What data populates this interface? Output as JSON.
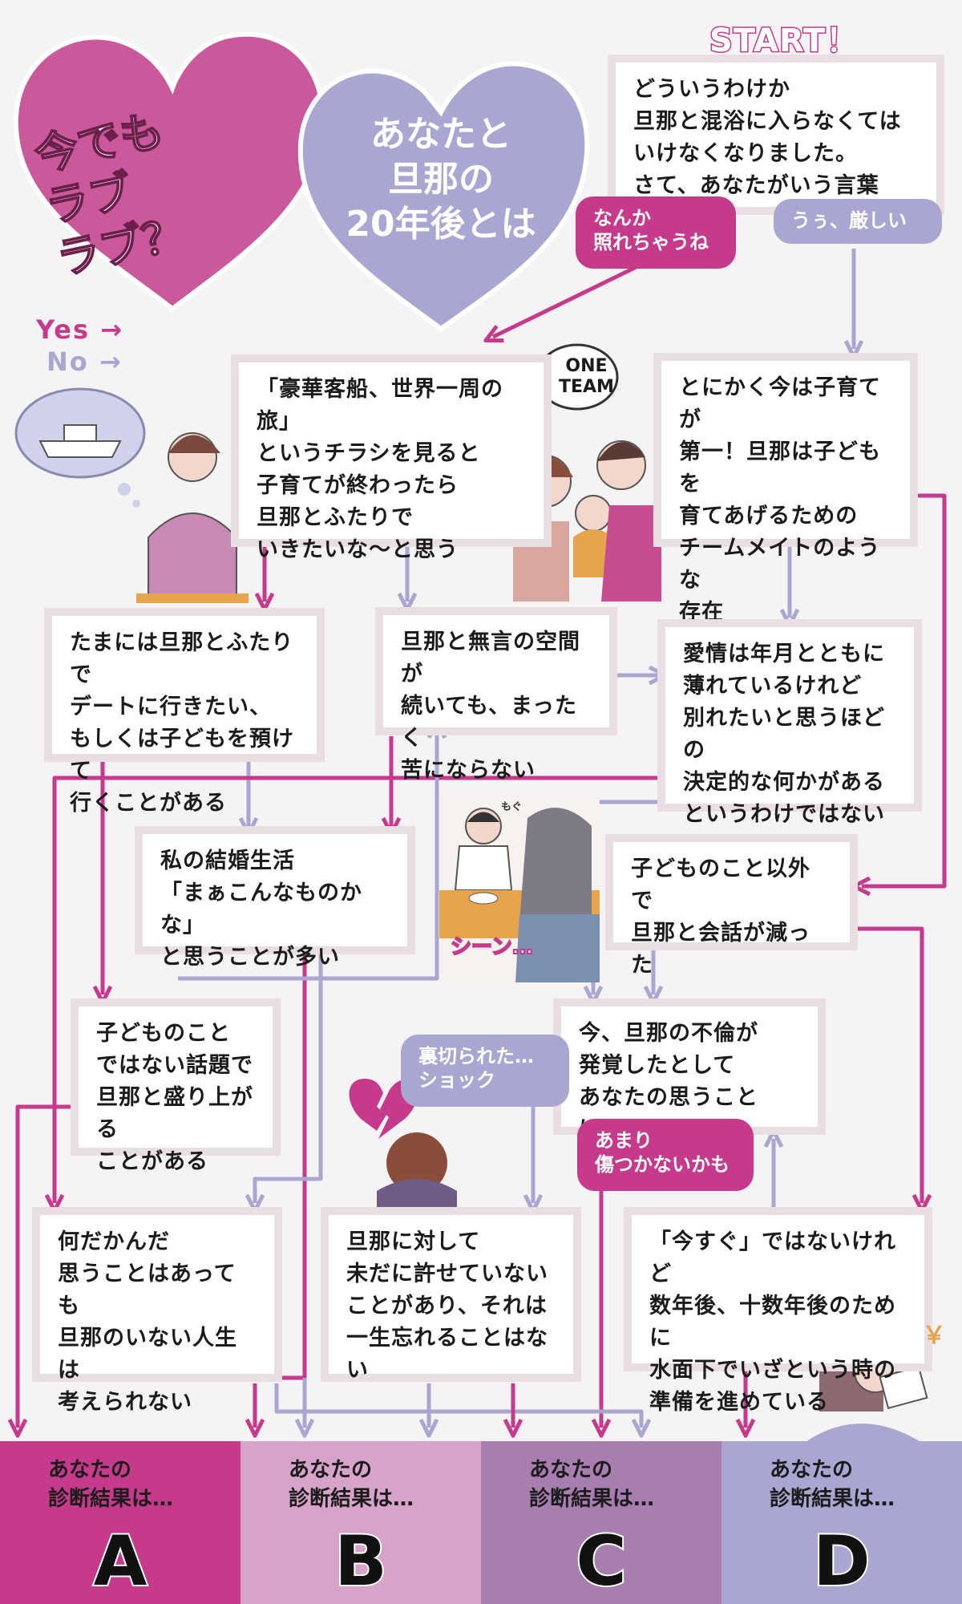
{
  "header": {
    "heart_left": "今でも\nラブ\nラブ？",
    "heart_right": "あなたと\n旦那の\n20年後とは",
    "start": "START！"
  },
  "legend": {
    "yes": "Yes →",
    "no": "No →"
  },
  "colors": {
    "yes": "#c63a8c",
    "no": "#a9a7d2",
    "result_a": "#c63a8c",
    "result_b": "#d7a3c9",
    "result_c": "#a87db0",
    "result_d": "#a9a7d2"
  },
  "questions": {
    "q_start": "どういうわけか\n旦那と混浴に入らなくては\nいけなくなりました。\nさて、あなたがいう言葉は？",
    "q_cruise": "「豪華客船、世界一周の旅」\nというチラシを見ると\n子育てが終わったら\n旦那とふたりで\nいきたいな～と思う",
    "q_team": "とにかく今は子育てが\n第一！旦那は子どもを\n育てあげるための\nチームメイトのような\n存在",
    "q_date": "たまには旦那とふたりで\nデートに行きたい、\nもしくは子どもを預けて\n行くことがある",
    "q_silence": "旦那と無言の空間が\n続いても、まったく\n苦にならない",
    "q_affection": "愛情は年月とともに\n薄れているけれど\n別れたいと思うほどの\n決定的な何かがある\nというわけではない",
    "q_marriage": "私の結婚生活\n「まぁこんなものかな」\nと思うことが多い",
    "q_conversation": "子どものこと以外で\n旦那と会話が減った",
    "q_topic": "子どものこと\nではない話題で\n旦那と盛り上がる\nことがある",
    "q_affair": "今、旦那の不倫が\n発覚したとして\nあなたの思うことは？",
    "q_life": "何だかんだ\n思うことはあっても\n旦那のいない人生は\n考えられない",
    "q_forgive": "旦那に対して\n未だに許せていない\nことがあり、それは\n一生忘れることはない",
    "q_prepare": "「今すぐ」ではないけれど\n数年後、十数年後のために\n水面下でいざという時の\n準備を進めている"
  },
  "answers": {
    "a_shy": "なんか\n照れちゃうね",
    "a_tough": "うぅ、厳しい",
    "a_betrayed": "裏切られた…\nショック",
    "a_not_hurt": "あまり\n傷つかないかも"
  },
  "illustrations": {
    "one_team": "ONE\nTEAM",
    "silence": "シーン…",
    "mogu": "もぐ",
    "yen": "￥"
  },
  "results": [
    {
      "label": "あなたの\n診断結果は…",
      "letter": "A"
    },
    {
      "label": "あなたの\n診断結果は…",
      "letter": "B"
    },
    {
      "label": "あなたの\n診断結果は…",
      "letter": "C"
    },
    {
      "label": "あなたの\n診断結果は…",
      "letter": "D"
    }
  ]
}
